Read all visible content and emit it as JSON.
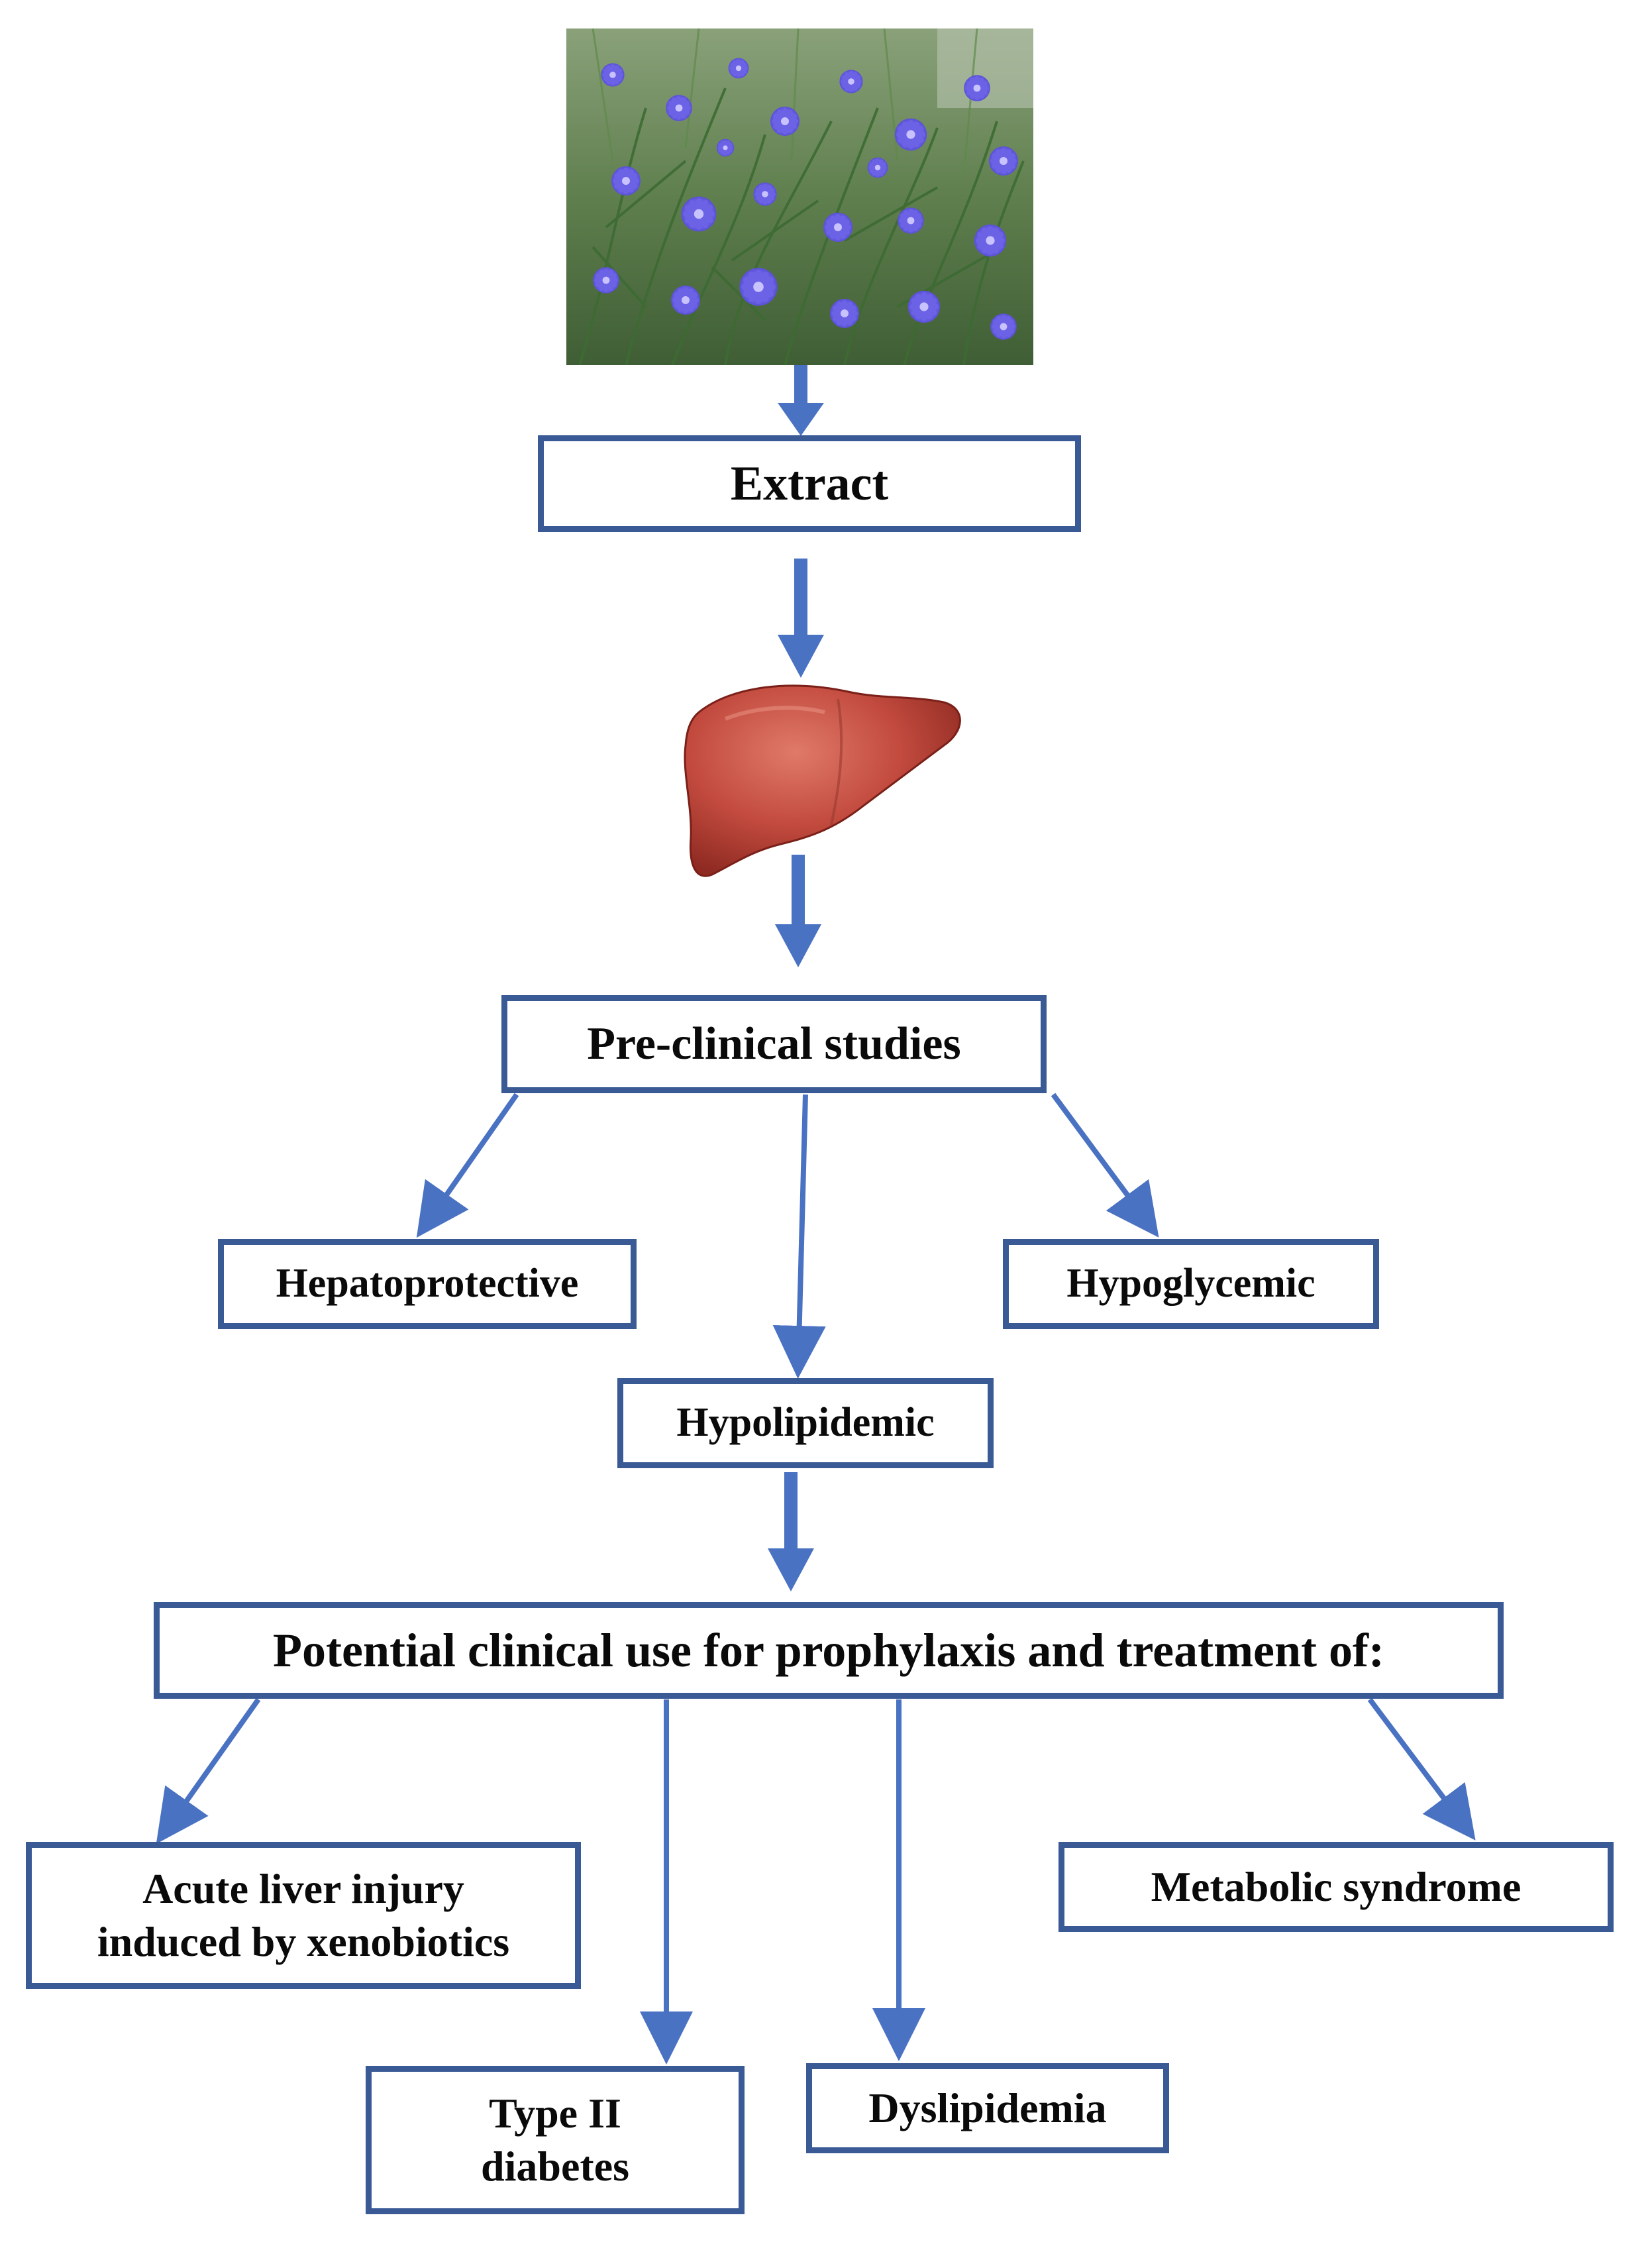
{
  "diagram": {
    "plant_photo": {
      "subject": "chicory plant with blue flowers"
    },
    "liver_icon": {
      "subject": "liver"
    },
    "nodes": {
      "extract": "Extract",
      "preclinical": "Pre-clinical studies",
      "hepatoprotective": "Hepatoprotective",
      "hypoglycemic": "Hypoglycemic",
      "hypolipidemic": "Hypolipidemic",
      "clinical_use": "Potential clinical use for prophylaxis and treatment of:",
      "acute_liver_line1": "Acute liver injury",
      "acute_liver_line2": "induced by xenobiotics",
      "metabolic_syndrome": "Metabolic syndrome",
      "type2_line1": "Type II",
      "type2_line2": "diabetes",
      "dyslipidemia": "Dyslipidemia"
    },
    "colors": {
      "box_border": "#3a5a96",
      "thick_arrow": "#4a72c2",
      "thin_arrow": "#4a72c2"
    }
  }
}
